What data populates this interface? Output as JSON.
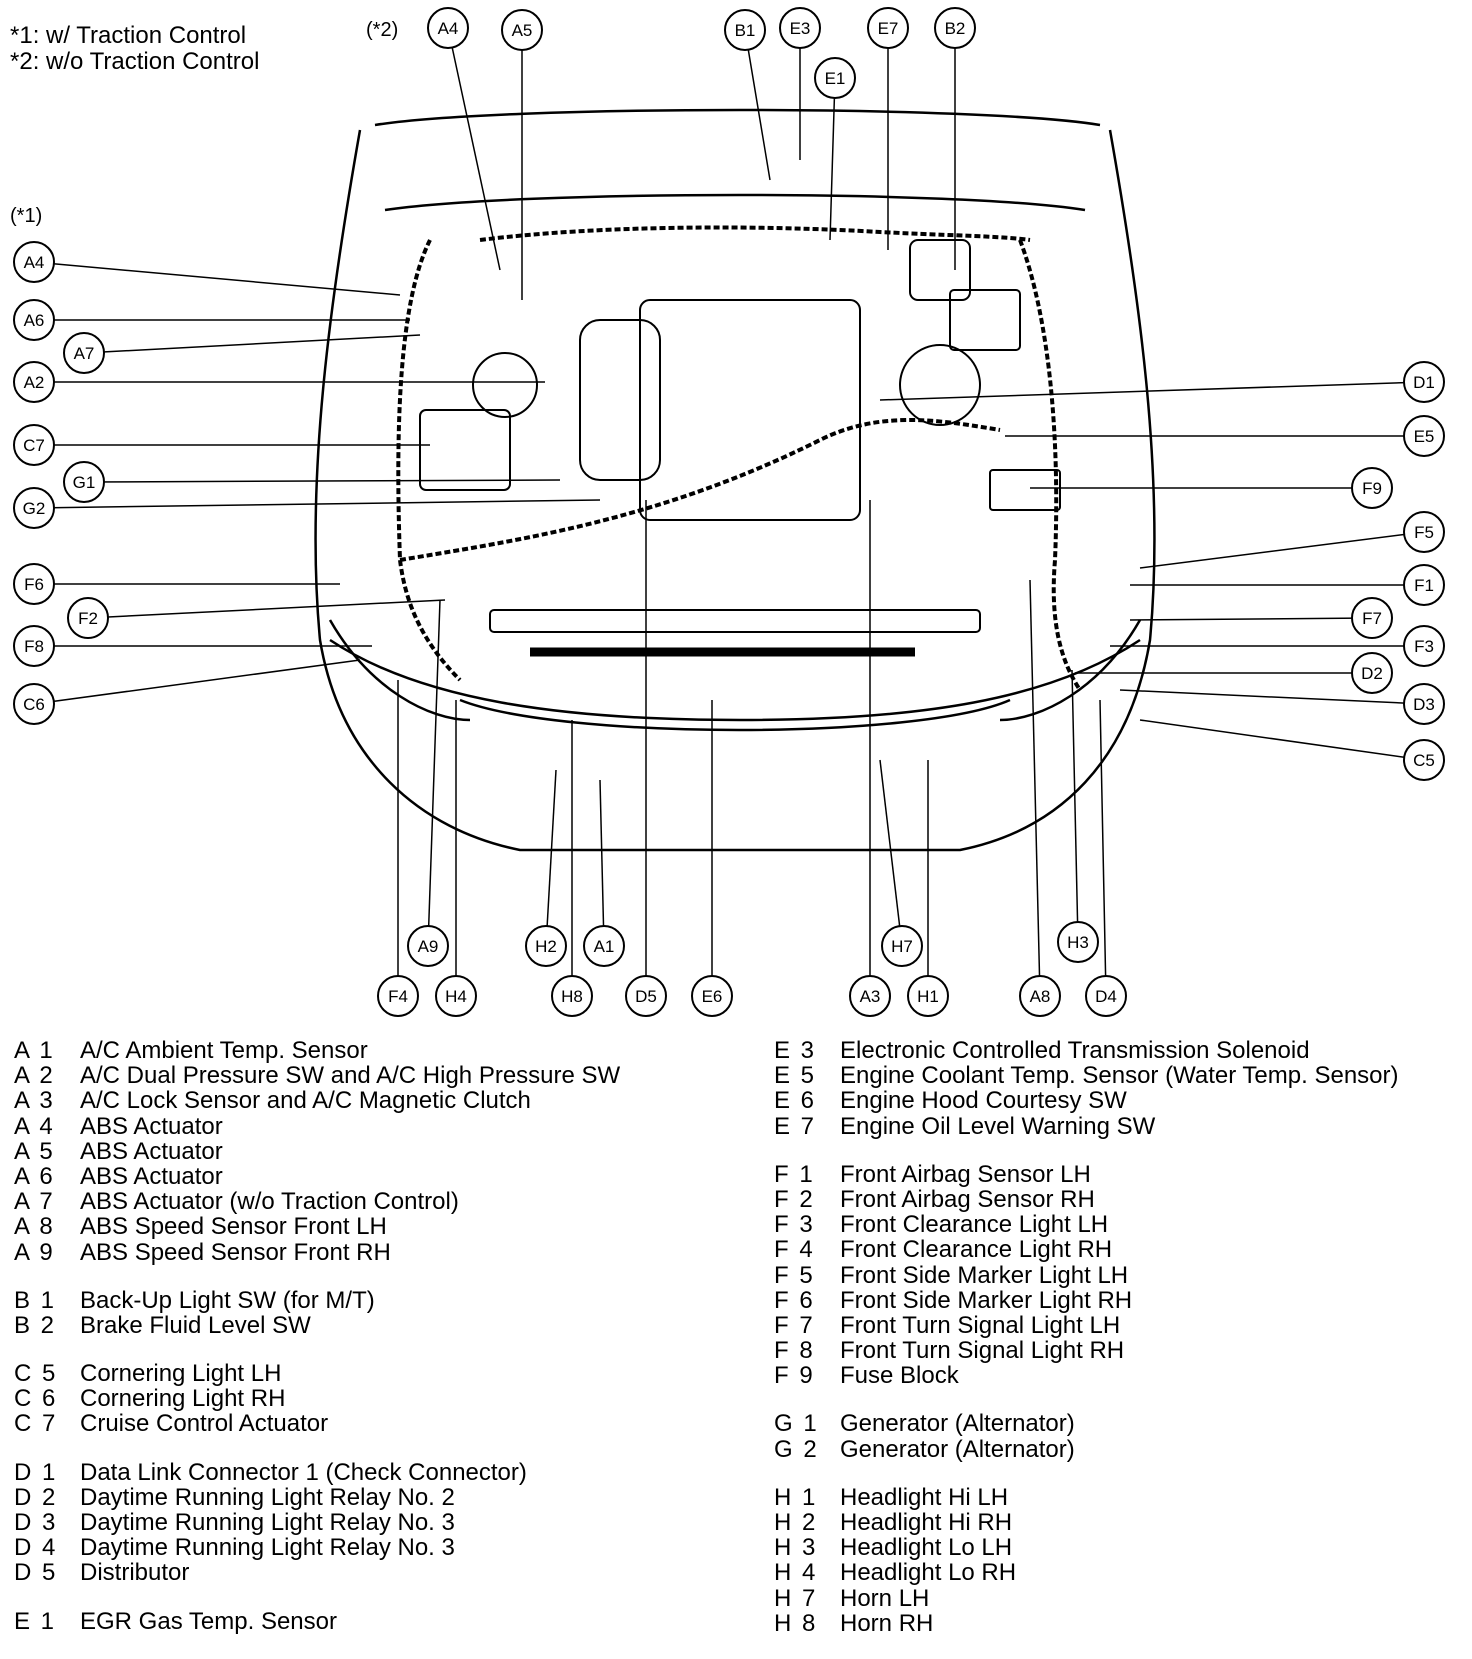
{
  "notes": {
    "traction_on": "*1: w/ Traction Control",
    "traction_off": "*2: w/o Traction Control",
    "marker_1": "(*1)",
    "marker_2": "(*2)"
  },
  "callouts": {
    "A4_top": "A4",
    "A5": "A5",
    "B1": "B1",
    "E3": "E3",
    "E1": "E1",
    "E7": "E7",
    "B2": "B2",
    "A4_left": "A4",
    "A6": "A6",
    "A7": "A7",
    "A2": "A2",
    "C7": "C7",
    "G1": "G1",
    "G2": "G2",
    "F6": "F6",
    "F2": "F2",
    "F8": "F8",
    "C6": "C6",
    "D1": "D1",
    "E5": "E5",
    "F9": "F9",
    "F5": "F5",
    "F1": "F1",
    "F7": "F7",
    "F3": "F3",
    "D2": "D2",
    "D3": "D3",
    "C5": "C5",
    "A9": "A9",
    "F4": "F4",
    "H4": "H4",
    "H2": "H2",
    "A1": "A1",
    "H8": "H8",
    "D5": "D5",
    "E6": "E6",
    "H7": "H7",
    "A3": "A3",
    "H1": "H1",
    "H3": "H3",
    "A8": "A8",
    "D4": "D4"
  },
  "legend_left": [
    [
      {
        "code": "A 1",
        "name": "A/C Ambient Temp. Sensor"
      },
      {
        "code": "A 2",
        "name": "A/C Dual Pressure SW and A/C High Pressure SW"
      },
      {
        "code": "A 3",
        "name": "A/C Lock Sensor and A/C Magnetic Clutch"
      },
      {
        "code": "A 4",
        "name": "ABS Actuator"
      },
      {
        "code": "A 5",
        "name": "ABS Actuator"
      },
      {
        "code": "A 6",
        "name": "ABS Actuator"
      },
      {
        "code": "A 7",
        "name": "ABS Actuator (w/o Traction Control)"
      },
      {
        "code": "A 8",
        "name": "ABS Speed Sensor Front LH"
      },
      {
        "code": "A 9",
        "name": "ABS Speed Sensor Front RH"
      }
    ],
    [
      {
        "code": "B 1",
        "name": "Back-Up Light SW (for M/T)"
      },
      {
        "code": "B 2",
        "name": "Brake Fluid Level SW"
      }
    ],
    [
      {
        "code": "C 5",
        "name": "Cornering Light LH"
      },
      {
        "code": "C 6",
        "name": "Cornering Light RH"
      },
      {
        "code": "C 7",
        "name": "Cruise Control Actuator"
      }
    ],
    [
      {
        "code": "D 1",
        "name": "Data Link Connector 1 (Check Connector)"
      },
      {
        "code": "D 2",
        "name": "Daytime Running Light Relay No. 2"
      },
      {
        "code": "D 3",
        "name": "Daytime Running Light Relay No. 3"
      },
      {
        "code": "D 4",
        "name": "Daytime Running Light Relay No. 3"
      },
      {
        "code": "D 5",
        "name": "Distributor"
      }
    ],
    [
      {
        "code": "E 1",
        "name": "EGR Gas Temp. Sensor"
      }
    ]
  ],
  "legend_right": [
    [
      {
        "code": "E 3",
        "name": "Electronic Controlled Transmission Solenoid"
      },
      {
        "code": "E 5",
        "name": "Engine Coolant Temp. Sensor (Water Temp. Sensor)"
      },
      {
        "code": "E 6",
        "name": "Engine Hood Courtesy SW"
      },
      {
        "code": "E 7",
        "name": "Engine Oil Level Warning SW"
      }
    ],
    [
      {
        "code": "F 1",
        "name": "Front Airbag Sensor LH"
      },
      {
        "code": "F 2",
        "name": "Front Airbag Sensor RH"
      },
      {
        "code": "F 3",
        "name": "Front Clearance Light LH"
      },
      {
        "code": "F 4",
        "name": "Front Clearance Light RH"
      },
      {
        "code": "F 5",
        "name": "Front Side Marker Light LH"
      },
      {
        "code": "F 6",
        "name": "Front Side Marker Light RH"
      },
      {
        "code": "F 7",
        "name": "Front Turn Signal Light LH"
      },
      {
        "code": "F 8",
        "name": "Front Turn Signal Light RH"
      },
      {
        "code": "F 9",
        "name": "Fuse Block"
      }
    ],
    [
      {
        "code": "G 1",
        "name": "Generator (Alternator)"
      },
      {
        "code": "G 2",
        "name": "Generator (Alternator)"
      }
    ],
    [
      {
        "code": "H 1",
        "name": "Headlight Hi LH"
      },
      {
        "code": "H 2",
        "name": "Headlight Hi RH"
      },
      {
        "code": "H 3",
        "name": "Headlight Lo LH"
      },
      {
        "code": "H 4",
        "name": "Headlight Lo RH"
      },
      {
        "code": "H 7",
        "name": "Horn LH"
      },
      {
        "code": "H 8",
        "name": "Horn RH"
      }
    ]
  ]
}
